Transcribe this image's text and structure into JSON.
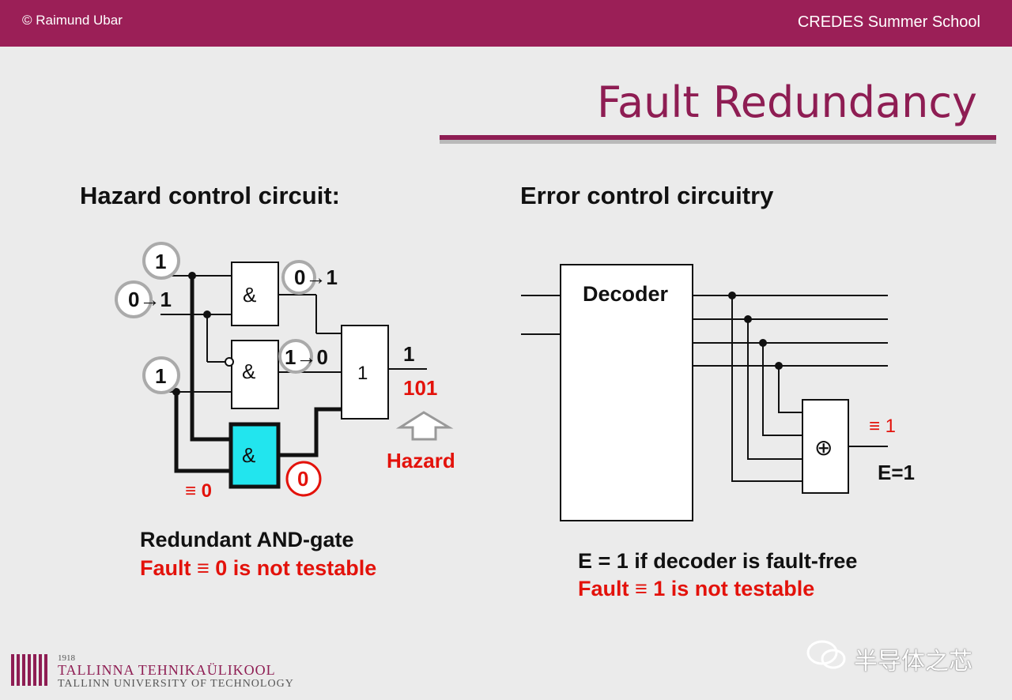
{
  "header": {
    "copyright": "© Raimund Ubar",
    "school": "CREDES Summer School"
  },
  "title": "Fault Redundancy",
  "hazard": {
    "heading": "Hazard control circuit:",
    "input_a": "1",
    "input_b": "0→1",
    "input_c": "1",
    "and1_label": "&",
    "and2_label": "&",
    "and3_label": "&",
    "or_label": "1",
    "and1_out": "0→1",
    "and2_out": "1→0",
    "and3_out": "0",
    "output_value": "1",
    "output_seq": "101",
    "hazard_label": "Hazard",
    "stuck_label": "≡ 0",
    "desc1": "Redundant AND-gate",
    "desc2": "Fault ≡ 0 is not testable"
  },
  "error": {
    "heading": "Error control circuitry",
    "decoder_label": "Decoder",
    "xor_symbol": "⊕",
    "stuck_label": "≡ 1",
    "e_label": "E=1",
    "desc1": "E = 1 if decoder is fault-free",
    "desc2": "Fault  ≡ 1 is not testable"
  },
  "footer": {
    "logo_year": "1918",
    "logo_name": "TALLINNA TEHNIKAÜLIKOOL",
    "logo_sub": "TALLINN UNIVERSITY OF TECHNOLOGY",
    "watermark": "半导体之芯"
  },
  "colors": {
    "brand": "#9b1f57",
    "fault_red": "#e3120b",
    "redundant_gate": "#22e5ee"
  }
}
